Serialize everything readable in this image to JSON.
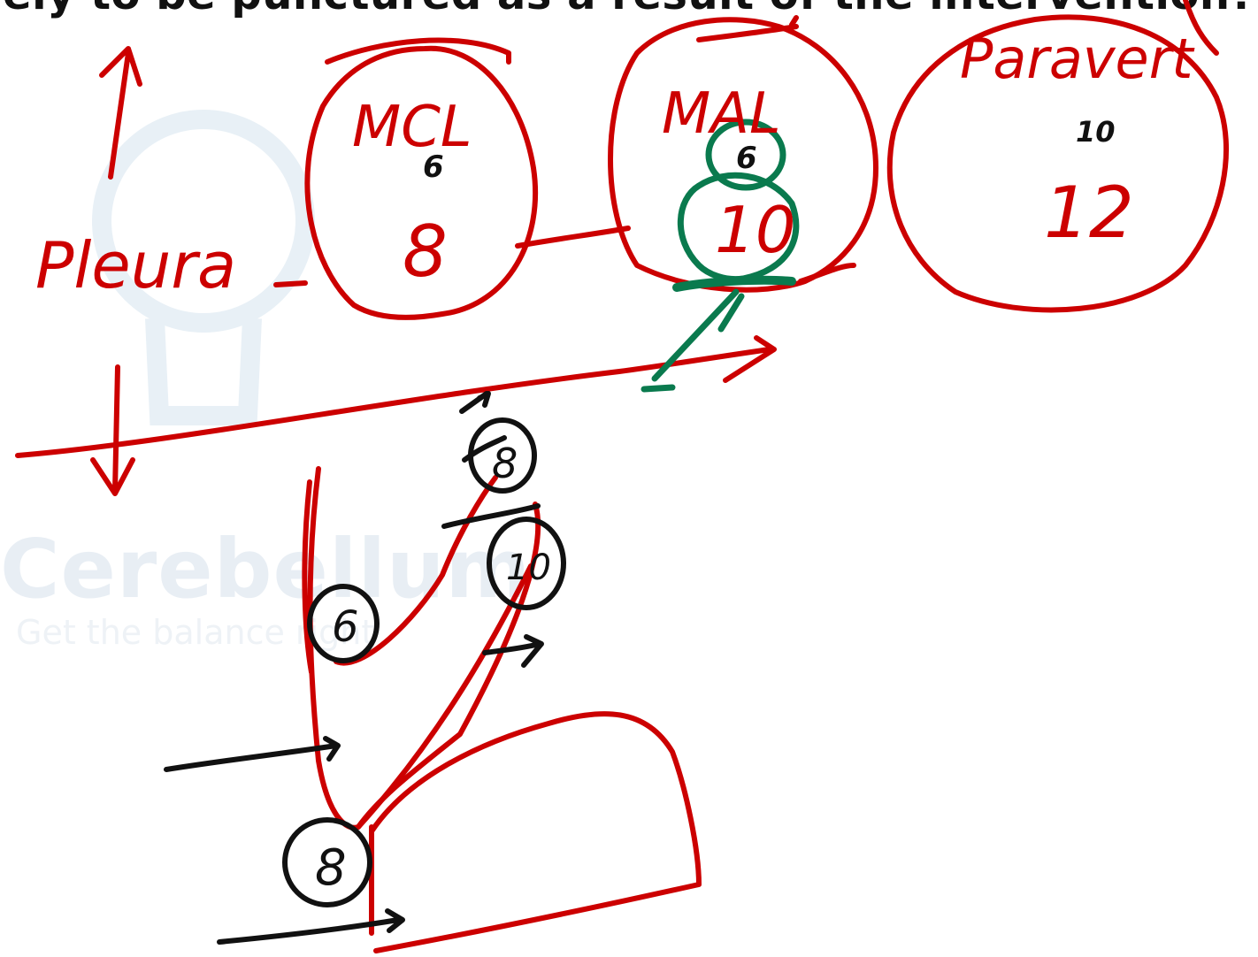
{
  "header": {
    "text": "ely to be punctured as a result of the intervention?"
  },
  "watermark": {
    "brand": "Cerebellum",
    "tagline": "Get the balance right"
  },
  "labels": {
    "pleura": "Pleura",
    "mcl": {
      "name": "MCL",
      "range_start": "6",
      "range_end": "8"
    },
    "mal": {
      "name": "MAL",
      "range_start": "6",
      "range_end": "10"
    },
    "paravert": {
      "name": "Paravert",
      "range_start": "10",
      "range_end": "12"
    }
  },
  "sketch_numbers": {
    "top_circle": "8",
    "middle_circle": "10",
    "left_circle": "6",
    "bottom_circle": "8"
  },
  "colors": {
    "red_ink": "#cc0000",
    "green_ink": "#0a7a4e",
    "black_ink": "#111111",
    "watermark": "#e8eef4"
  }
}
